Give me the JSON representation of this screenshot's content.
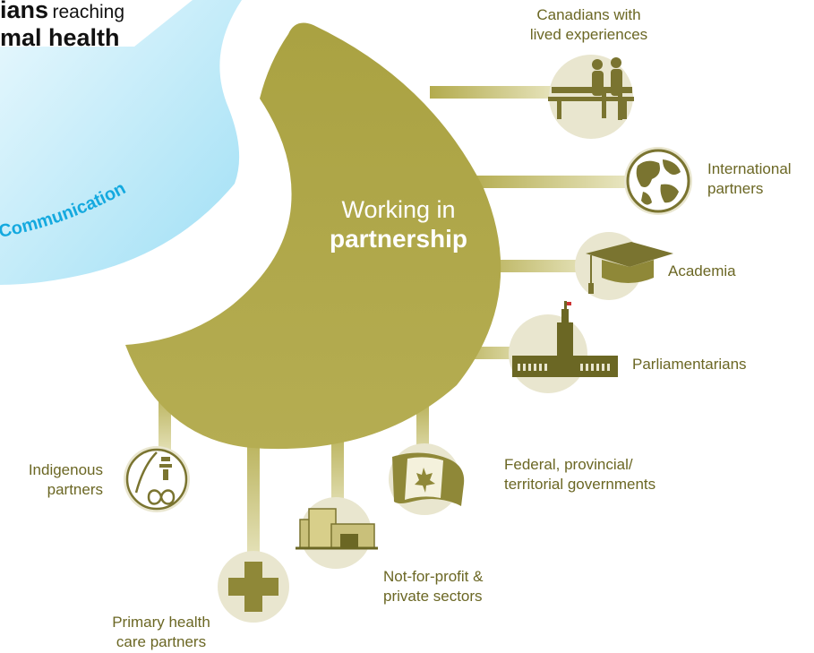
{
  "top_left": {
    "line1_bold": "ians",
    "line1_normal": "reaching",
    "line2_bold": "mal health"
  },
  "arc_label": "Communication",
  "hub": {
    "line1": "Working in",
    "line2": "partnership"
  },
  "partners": [
    {
      "id": "lived",
      "icon": "people-on-bench-icon",
      "label_line1": "Canadians with",
      "label_line2": "lived experiences"
    },
    {
      "id": "international",
      "icon": "globe-icon",
      "label_line1": "International",
      "label_line2": "partners"
    },
    {
      "id": "academia",
      "icon": "graduation-cap-icon",
      "label_line1": "Academia",
      "label_line2": ""
    },
    {
      "id": "parliament",
      "icon": "parliament-building-icon",
      "label_line1": "Parliamentarians",
      "label_line2": ""
    },
    {
      "id": "governments",
      "icon": "canada-flag-icon",
      "label_line1": "Federal, provincial/",
      "label_line2": "territorial governments"
    },
    {
      "id": "nonprofit",
      "icon": "office-buildings-icon",
      "label_line1": "Not-for-profit &",
      "label_line2": "private sectors"
    },
    {
      "id": "primary",
      "icon": "medical-cross-icon",
      "label_line1": "Primary health",
      "label_line2": "care partners"
    },
    {
      "id": "indigenous",
      "icon": "indigenous-symbols-icon",
      "label_line1": "Indigenous",
      "label_line2": "partners"
    }
  ],
  "colors": {
    "olive": "#b3ab4d",
    "olive_dark": "#6b6724",
    "icon_circle": "#e9e6cf",
    "blue_arc": "#c2ecf9",
    "communication_text": "#14a9df"
  }
}
